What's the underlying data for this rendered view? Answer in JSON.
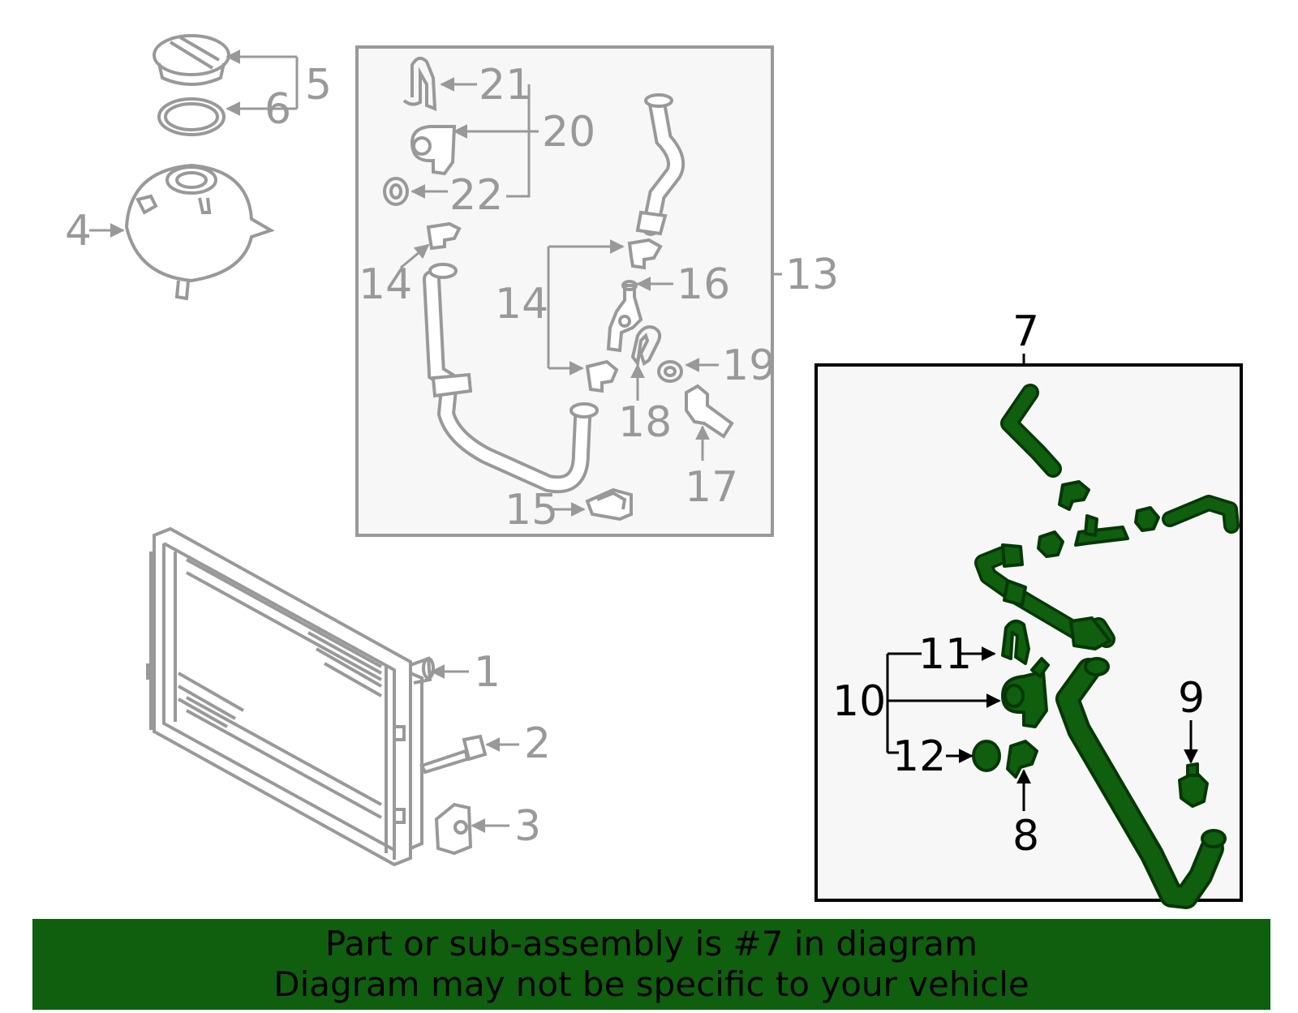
{
  "colors": {
    "highlight": "#0f5f0f",
    "highlight_dark": "#063806",
    "banner": "#0f5f0f",
    "line_gray": "#999999",
    "box_fill": "#f7f7f7"
  },
  "callouts": {
    "c1": "1",
    "c2": "2",
    "c3": "3",
    "c4": "4",
    "c5": "5",
    "c6": "6",
    "c7": "7",
    "c8": "8",
    "c9": "9",
    "c10": "10",
    "c11": "11",
    "c12": "12",
    "c13": "13",
    "c14a": "14",
    "c14b": "14",
    "c15": "15",
    "c16": "16",
    "c17": "17",
    "c18": "18",
    "c19": "19",
    "c20": "20",
    "c21": "21",
    "c22": "22"
  },
  "banner": {
    "line1": "Part or sub-assembly is #7 in diagram",
    "line2": "Diagram may not be specific to your vehicle"
  }
}
